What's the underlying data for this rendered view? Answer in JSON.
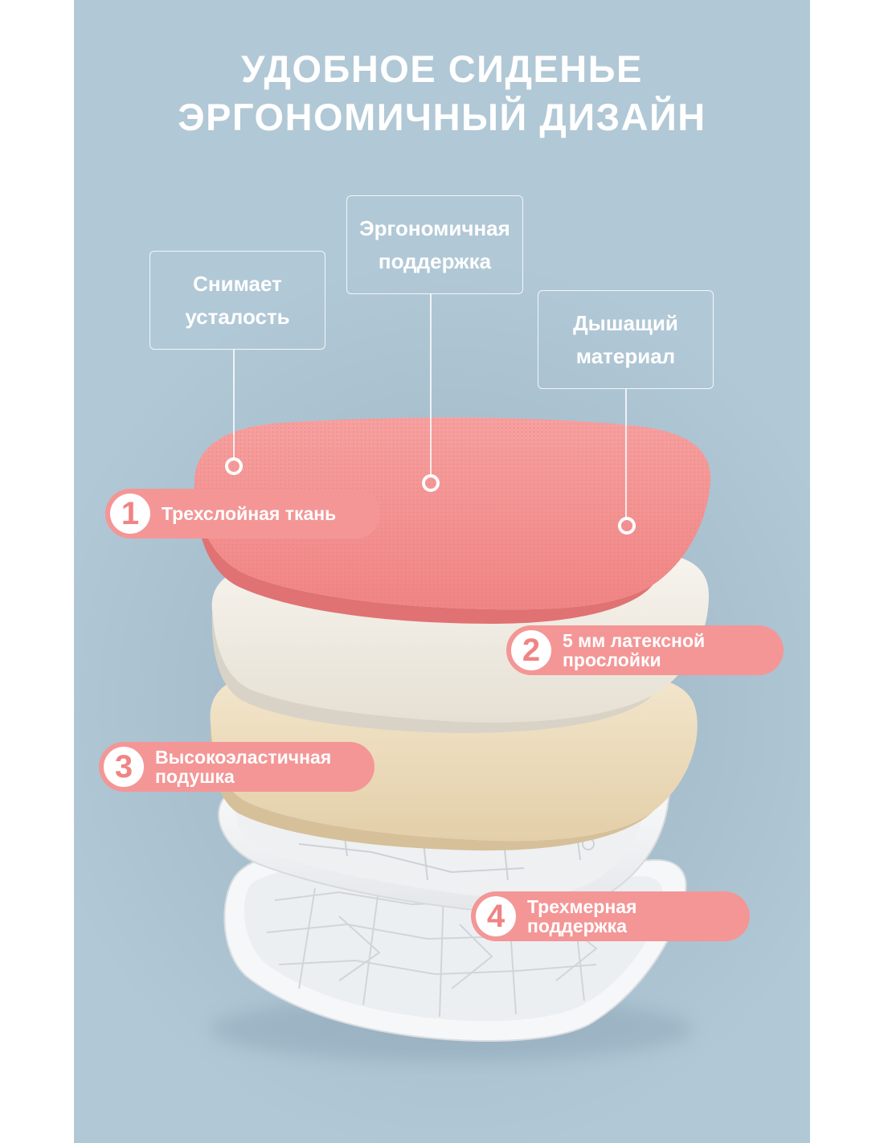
{
  "title": {
    "line1": "УДОБНОЕ СИДЕНЬЕ",
    "line2": "ЭРГОНОМИЧНЫЙ ДИЗАЙН"
  },
  "callouts": [
    {
      "line1": "Снимает",
      "line2": "усталость"
    },
    {
      "line1": "Эргономичная",
      "line2": "поддержка"
    },
    {
      "line1": "Дышащий",
      "line2": "материал"
    }
  ],
  "layers": [
    {
      "number": "1",
      "line1": "Трехслойная ткань",
      "line2": ""
    },
    {
      "number": "2",
      "line1": "5 мм латексной",
      "line2": "прослойки"
    },
    {
      "number": "3",
      "line1": "Высокоэластичная",
      "line2": "подушка"
    },
    {
      "number": "4",
      "line1": "Трехмерная",
      "line2": "поддержка"
    }
  ],
  "colors": {
    "background": "#a9c1cf",
    "accent_pink": "#f49696",
    "cushion_pink": "#f28d8c",
    "latex_white": "#f1ede4",
    "foam_beige": "#eddcbc",
    "base_white": "#f4f5f6"
  }
}
